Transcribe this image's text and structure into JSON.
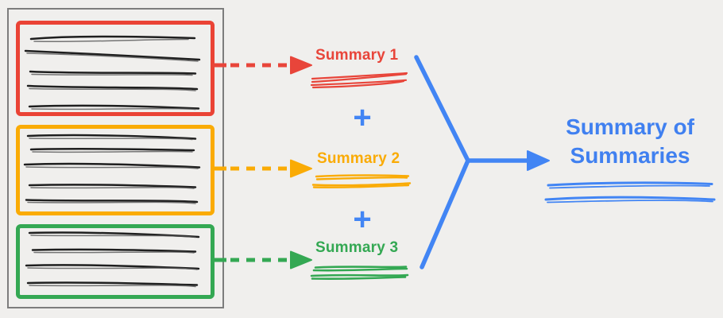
{
  "colors": {
    "red": "#EA4335",
    "orange": "#FAAB05",
    "green": "#34A853",
    "blue": "#4285F4",
    "ink": "#1f1f1f",
    "document_border": "#7d7d7d",
    "background": "#f0efed"
  },
  "document": {
    "chunks": [
      {
        "name": "chunk-1",
        "color": "#EA4335",
        "scribble_text_lines": 5
      },
      {
        "name": "chunk-2",
        "color": "#FAAB05",
        "scribble_text_lines": 5
      },
      {
        "name": "chunk-3",
        "color": "#34A853",
        "scribble_text_lines": 4
      }
    ]
  },
  "summaries": [
    {
      "label": "Summary 1",
      "color": "#EA4335"
    },
    {
      "label": "Summary 2",
      "color": "#FAAB05"
    },
    {
      "label": "Summary 3",
      "color": "#34A853"
    }
  ],
  "operators": {
    "plus": "+"
  },
  "result": {
    "label": "Summary of Summaries",
    "color": "#4285F4"
  }
}
